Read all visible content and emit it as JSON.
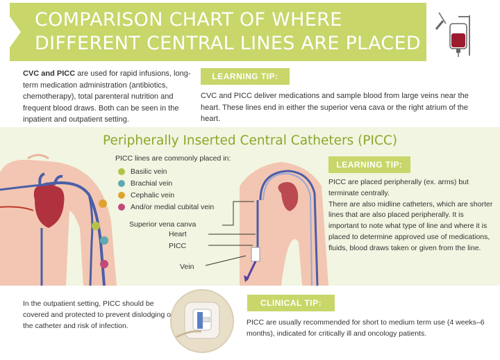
{
  "header": {
    "title_line1": "COMPARISON CHART OF WHERE",
    "title_line2": "DIFFERENT CENTRAL LINES ARE PLACED",
    "icon": "iv-bag-icon"
  },
  "intro": {
    "bold_lead": "CVC and PICC",
    "text": " are used for rapid infusions, long-term medication administration (antibiotics, chemotherapy), total parenteral nutrition and frequent blood draws. Both can be seen in the inpatient and outpatient setting."
  },
  "tip1": {
    "label": "LEARNING TIP:",
    "text": "CVC and PICC deliver medications and sample blood from large veins near the heart. These lines end in either the superior vena cava or the right atrium of the heart."
  },
  "picc": {
    "title": "Peripherally Inserted Central Catheters (PICC)",
    "veins_heading": "PICC lines are commonly placed in:",
    "veins": [
      {
        "label": "Basilic vein",
        "color": "#b5c24a"
      },
      {
        "label": "Brachial vein",
        "color": "#5fa9b0"
      },
      {
        "label": "Cephalic vein",
        "color": "#e0a231"
      },
      {
        "label": "And/or medial cubital vein",
        "color": "#c2497a"
      }
    ],
    "annotations": {
      "svc": "Superior vena canva",
      "heart": "Heart",
      "picc": "PICC",
      "vein": "Vein"
    }
  },
  "tip2": {
    "label": "LEARNING TIP:",
    "p1": "PICC are placed peripherally (ex. arms) but terminate centrally.",
    "p2": "There are also midline catheters, which are shorter lines that are also placed peripherally. It is important to note what type of line and where it is placed to determine approved use of medications, fluids, blood draws taken or given from the line."
  },
  "bottom": {
    "text": "In the outpatient setting, PICC should be covered and protected to prevent dislodging of the catheter and risk of infection."
  },
  "tip3": {
    "label": "CLINICAL TIP:",
    "text": "PICC are usually recommended for short to medium term use (4 weeks–6 months), indicated for critically ill and oncology patients."
  },
  "colors": {
    "accent_green": "#c9d66a",
    "title_green": "#8aa82a",
    "section_bg": "#f1f5e1",
    "vein_blue": "#4a5ea8",
    "skin": "#f2c6b2"
  }
}
